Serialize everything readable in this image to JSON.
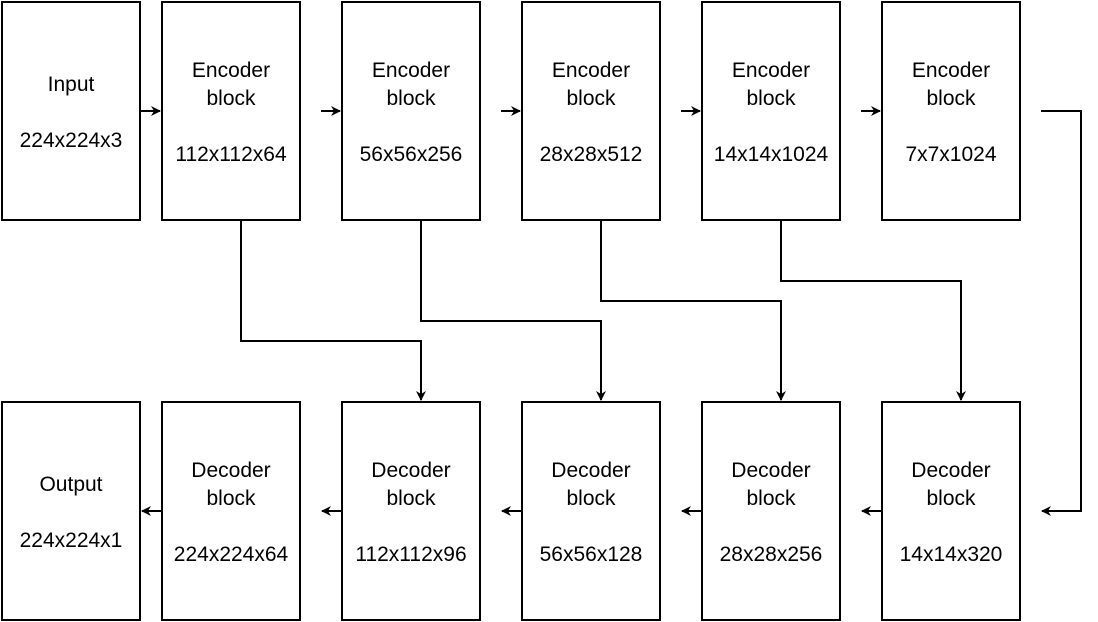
{
  "input": {
    "label": "Input",
    "dims": "224x224x3"
  },
  "encoders": [
    {
      "line1": "Encoder",
      "line2": "block",
      "dims": "112x112x64"
    },
    {
      "line1": "Encoder",
      "line2": "block",
      "dims": "56x56x256"
    },
    {
      "line1": "Encoder",
      "line2": "block",
      "dims": "28x28x512"
    },
    {
      "line1": "Encoder",
      "line2": "block",
      "dims": "14x14x1024"
    },
    {
      "line1": "Encoder",
      "line2": "block",
      "dims": "7x7x1024"
    }
  ],
  "decoders": [
    {
      "line1": "Decoder",
      "line2": "block",
      "dims": "224x224x64"
    },
    {
      "line1": "Decoder",
      "line2": "block",
      "dims": "112x112x96"
    },
    {
      "line1": "Decoder",
      "line2": "block",
      "dims": "56x56x128"
    },
    {
      "line1": "Decoder",
      "line2": "block",
      "dims": "28x28x256"
    },
    {
      "line1": "Decoder",
      "line2": "block",
      "dims": "14x14x320"
    }
  ],
  "output": {
    "label": "Output",
    "dims": "224x224x1"
  },
  "colors": {
    "stroke": "#000000",
    "fill": "#ffffff"
  }
}
